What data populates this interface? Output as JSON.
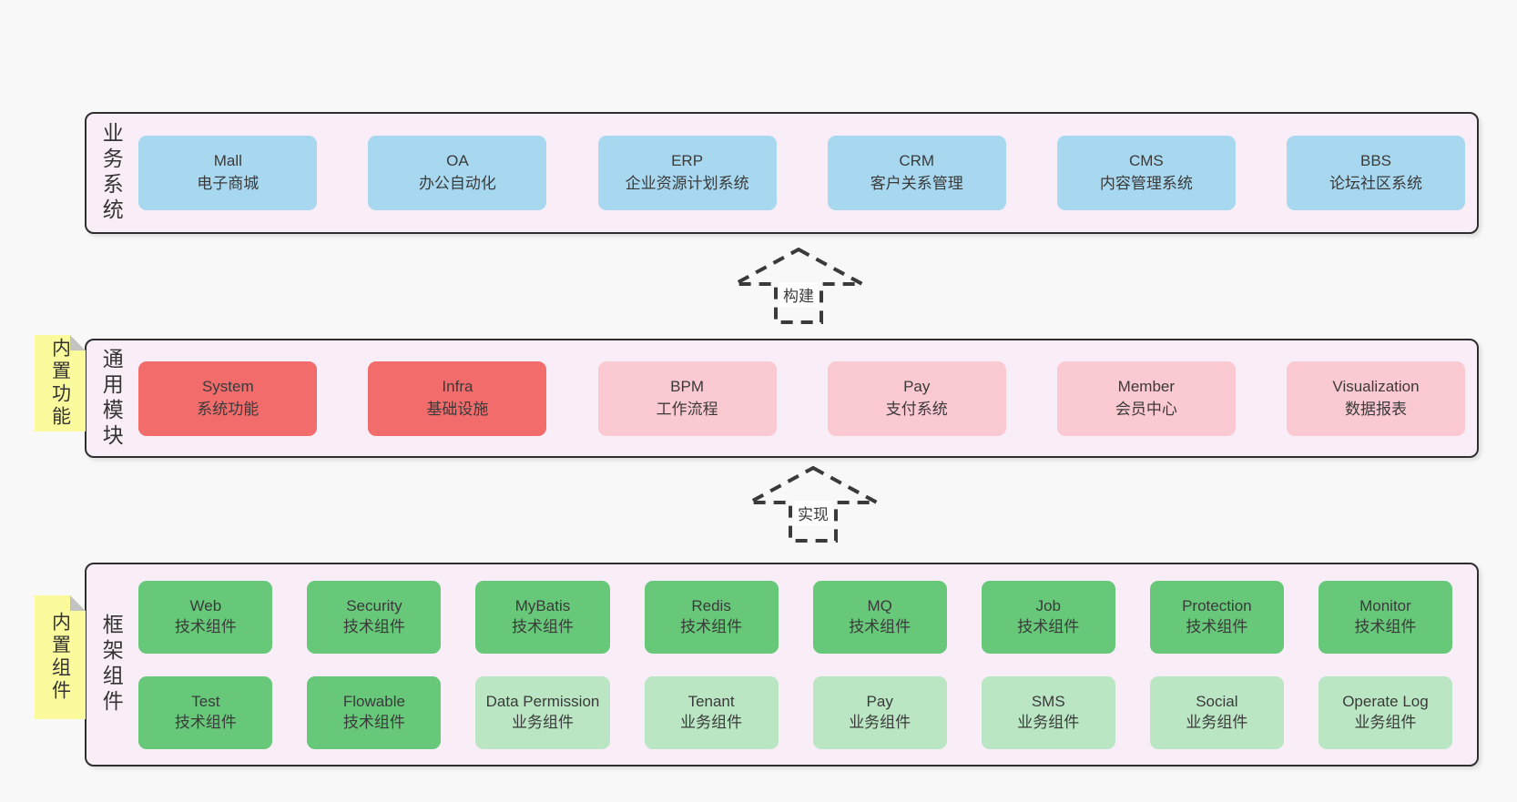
{
  "colors": {
    "page_bg": "#f8f8f8",
    "band_bg": "#f9eef8",
    "band_border": "#2f2f2f",
    "blue_box": "#a8d8f0",
    "red_box": "#f26c6c",
    "pink_box": "#fbc9d2",
    "green_box": "#68c87a",
    "green_light_box": "#bbe6c3",
    "note_yellow": "#fbfb9d"
  },
  "arrows": [
    {
      "label": "构建"
    },
    {
      "label": "实现"
    }
  ],
  "bands": {
    "business": {
      "label": "业务系统",
      "boxes": [
        {
          "title": "Mall",
          "subtitle": "电子商城"
        },
        {
          "title": "OA",
          "subtitle": "办公自动化"
        },
        {
          "title": "ERP",
          "subtitle": "企业资源计划系统"
        },
        {
          "title": "CRM",
          "subtitle": "客户关系管理"
        },
        {
          "title": "CMS",
          "subtitle": "内容管理系统"
        },
        {
          "title": "BBS",
          "subtitle": "论坛社区系统"
        }
      ]
    },
    "modules": {
      "label": "通用模块",
      "note": "内置功能",
      "boxes": [
        {
          "title": "System",
          "subtitle": "系统功能"
        },
        {
          "title": "Infra",
          "subtitle": "基础设施"
        },
        {
          "title": "BPM",
          "subtitle": "工作流程"
        },
        {
          "title": "Pay",
          "subtitle": "支付系统"
        },
        {
          "title": "Member",
          "subtitle": "会员中心"
        },
        {
          "title": "Visualization",
          "subtitle": "数据报表"
        }
      ]
    },
    "components": {
      "label": "框架组件",
      "note": "内置组件",
      "row1": [
        {
          "title": "Web",
          "subtitle": "技术组件"
        },
        {
          "title": "Security",
          "subtitle": "技术组件"
        },
        {
          "title": "MyBatis",
          "subtitle": "技术组件"
        },
        {
          "title": "Redis",
          "subtitle": "技术组件"
        },
        {
          "title": "MQ",
          "subtitle": "技术组件"
        },
        {
          "title": "Job",
          "subtitle": "技术组件"
        },
        {
          "title": "Protection",
          "subtitle": "技术组件"
        },
        {
          "title": "Monitor",
          "subtitle": "技术组件"
        }
      ],
      "row2": [
        {
          "title": "Test",
          "subtitle": "技术组件"
        },
        {
          "title": "Flowable",
          "subtitle": "技术组件"
        },
        {
          "title": "Data Permission",
          "subtitle": "业务组件"
        },
        {
          "title": "Tenant",
          "subtitle": "业务组件"
        },
        {
          "title": "Pay",
          "subtitle": "业务组件"
        },
        {
          "title": "SMS",
          "subtitle": "业务组件"
        },
        {
          "title": "Social",
          "subtitle": "业务组件"
        },
        {
          "title": "Operate Log",
          "subtitle": "业务组件"
        }
      ]
    }
  }
}
